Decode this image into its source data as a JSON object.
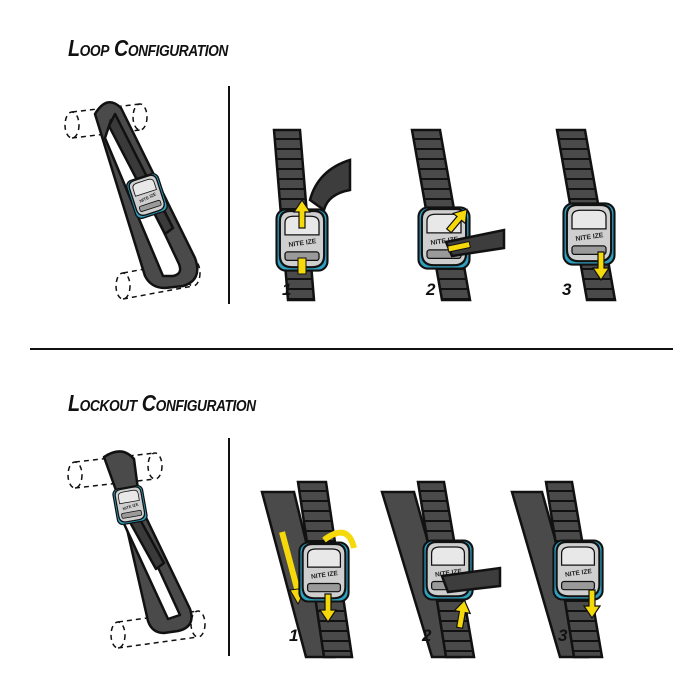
{
  "loop": {
    "title": "Loop Configuration",
    "steps": [
      {
        "label": "1"
      },
      {
        "label": "2"
      },
      {
        "label": "3"
      }
    ]
  },
  "lockout": {
    "title": "Lockout Configuration",
    "steps": [
      {
        "label": "1"
      },
      {
        "label": "2"
      },
      {
        "label": "3"
      }
    ]
  },
  "brand_mark": "NITE IZE",
  "colors": {
    "strap": "#4a4a4a",
    "strap_dark": "#2e2e2e",
    "outline": "#111111",
    "buckle_blue": "#2f9fc0",
    "buckle_metal": "#c9c9c9",
    "arrow_yellow": "#f5d90a"
  }
}
